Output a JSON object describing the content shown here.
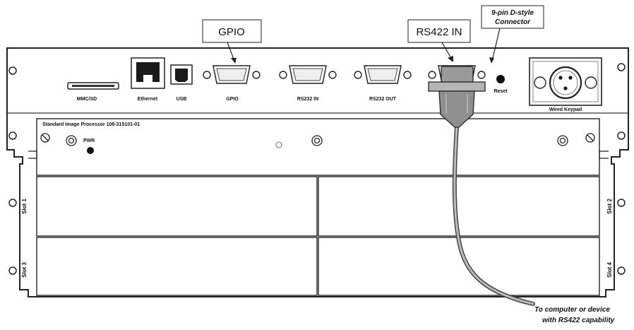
{
  "callouts": {
    "gpio": "GPIO",
    "rs422_in": "RS422 IN",
    "dstyle_line1": "9-pin D-style",
    "dstyle_line2": "Connector"
  },
  "ports": {
    "mmc_sd": "MMC/SD",
    "ethernet": "Ethernet",
    "usb": "USB",
    "gpio": "GPIO",
    "rs232_in": "RS232 IN",
    "rs232_out": "RS232 OUT",
    "reset": "Reset",
    "wired_keypad": "Wired Keypad"
  },
  "module": {
    "title": "Standard Image Processor 108-315101-01",
    "pwr": "PWR"
  },
  "slots": {
    "slot1": "Slot 1",
    "slot2": "Slot 2",
    "slot3": "Slot 3",
    "slot4": "Slot 4"
  },
  "cable_note": {
    "line1": "To computer or device",
    "line2": "with  RS422 capability"
  }
}
